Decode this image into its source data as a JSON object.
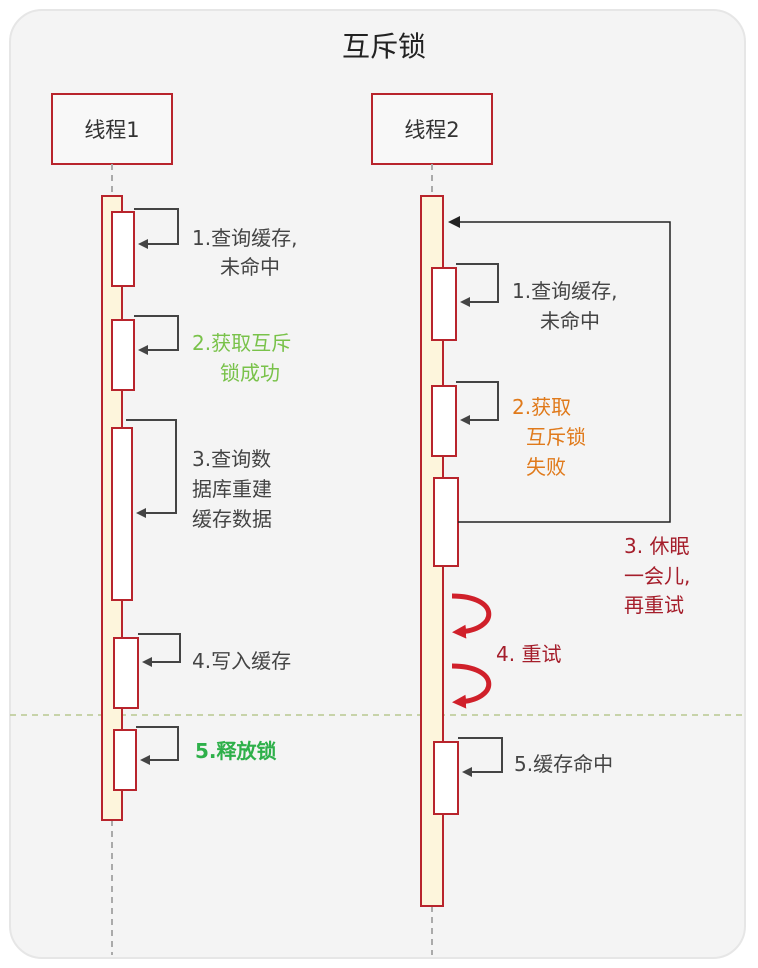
{
  "title": "互斥锁",
  "colors": {
    "border_red": "#b8242c",
    "activation_fill": "#fdf5dc",
    "text_gray": "#444444",
    "green_light": "#79c24a",
    "green": "#2eb04a",
    "orange": "#e07a1b",
    "dark_red": "#a51e2b",
    "arrow_red": "#d0202a"
  },
  "thread1": {
    "name": "线程1",
    "steps": [
      {
        "lines": [
          "1.查询缓存,",
          "未命中"
        ]
      },
      {
        "lines": [
          "2.获取互斥",
          "锁成功"
        ]
      },
      {
        "lines": [
          "3.查询数",
          "据库重建",
          "缓存数据"
        ]
      },
      {
        "lines": [
          "4.写入缓存"
        ]
      },
      {
        "lines": [
          "5.释放锁"
        ]
      }
    ]
  },
  "thread2": {
    "name": "线程2",
    "steps": [
      {
        "lines": [
          "1.查询缓存,",
          "未命中"
        ]
      },
      {
        "lines": [
          "2.获取",
          "互斥锁",
          "失败"
        ]
      },
      {
        "lines": [
          "3. 休眠",
          "一会儿,",
          "再重试"
        ]
      },
      {
        "lines": [
          "4. 重试"
        ]
      },
      {
        "lines": [
          "5.缓存命中"
        ]
      }
    ]
  }
}
